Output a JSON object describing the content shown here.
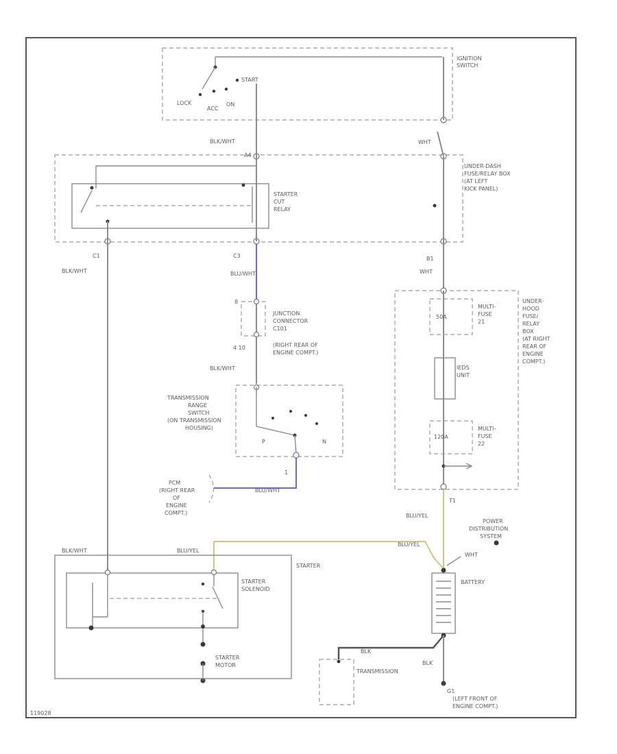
{
  "colors": {
    "blue_wire": "#6a6ae0",
    "yellow_wire": "#c8cc7a",
    "dark_wire": "#555555",
    "wire": "#8c8c8c"
  },
  "ignition": {
    "name": [
      "IGNITION",
      "SWITCH"
    ],
    "positions": {
      "lock": "LOCK",
      "acc": "ACC",
      "on": "ON",
      "start": "START"
    }
  },
  "under_dash": {
    "name": [
      "UNDER-DASH",
      "FUSE/RELAY BOX",
      "(AT LEFT",
      "KICK PANEL)"
    ],
    "relay": [
      "STARTER",
      "CUT",
      "RELAY"
    ],
    "pin_a": "A4",
    "pin_c": "C1",
    "pin_c3": "C3",
    "pin_b": "B1"
  },
  "wires": {
    "blk_wht_1": "BLK/WHT",
    "wht_1": "WHT",
    "blk_wht_c1": "BLK/WHT",
    "blu_wht": "BLU/WHT",
    "wht_b1": "WHT",
    "blk_wht_2": "BLK/WHT",
    "blu_yel": "BLU/YEL",
    "blk_wht_starter": "BLK/WHT",
    "blu_yel_starter": "BLU/YEL",
    "blu_yel_batt": "BLU/YEL",
    "wht_batt": "WHT",
    "blk_1": "BLK",
    "blk_2": "BLK"
  },
  "junction": {
    "name": [
      "JUNCTION",
      "CONNECTOR",
      "C101",
      "(RIGHT REAR OF",
      "ENGINE COMPT.)"
    ],
    "pin_top": "8",
    "pin_bottom": "4 10"
  },
  "trs": {
    "name": [
      "TRANSMISSION",
      "RANGE",
      "SWITCH",
      "(ON TRANSMISSION",
      "HOUSING)"
    ],
    "p": "P",
    "n": "N",
    "pin": "1"
  },
  "pcm": {
    "name": [
      "PCM",
      "(RIGHT REAR",
      "OF",
      "ENGINE",
      "COMPT.)"
    ]
  },
  "under_hood": {
    "name": [
      "UNDER-",
      "HOOD",
      "FUSE/",
      "RELAY",
      "BOX",
      "(AT RIGHT",
      "REAR OF",
      "ENGINE",
      "COMPT.)"
    ],
    "fuse1": {
      "amp": "50A",
      "label": [
        "MULTI-",
        "FUSE",
        "21"
      ]
    },
    "ieds": [
      "IEDS",
      "UNIT"
    ],
    "fuse2": {
      "amp": "120A",
      "label": [
        "MULTI-",
        "FUSE",
        "22"
      ]
    },
    "pin_t1": "T1"
  },
  "power_dist": {
    "name": [
      "POWER",
      "DISTRIBUTION",
      "SYSTEM"
    ]
  },
  "starter": {
    "name": "STARTER",
    "solenoid": [
      "STARTER",
      "SOLENOID"
    ],
    "motor": [
      "STARTER",
      "MOTOR"
    ]
  },
  "battery": {
    "name": "BATTERY"
  },
  "transmission": {
    "name": "TRANSMISSION"
  },
  "ground": {
    "pin": "G1",
    "location": [
      "(LEFT FRONT OF",
      "ENGINE COMPT.)"
    ]
  },
  "figure_id": "119028"
}
